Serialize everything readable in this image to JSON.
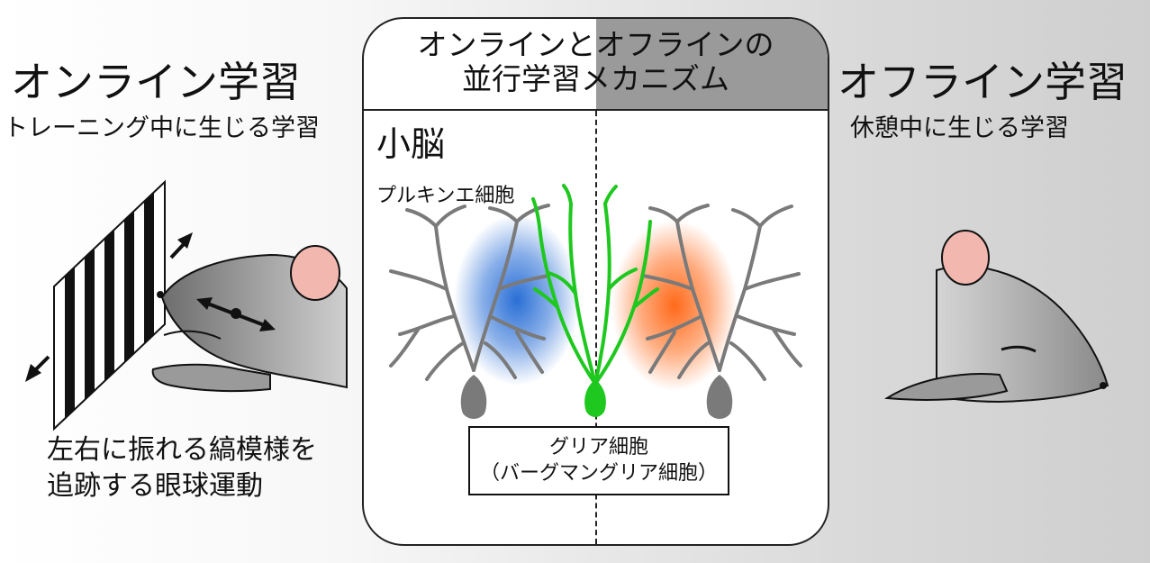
{
  "online": {
    "title": "オンライン学習",
    "subtitle": "トレーニング中に生じる学習",
    "task_description": "左右に振れる縞模様を\n追跡する眼球運動"
  },
  "offline": {
    "title": "オフライン学習",
    "subtitle": "休憩中に生じる学習"
  },
  "panel": {
    "title": "オンラインとオフラインの\n並行学習メカニズム",
    "region": "小脳",
    "cell_type": "プルキンエ細胞",
    "glia_label": "グリア細胞\n（バーグマングリア細胞）"
  },
  "colors": {
    "online_activity": "#2a6fd6",
    "offline_activity": "#ff6a1a",
    "glia": "#1ec81e",
    "purkinje": "#7a7a7a",
    "offline_header": "#9a9a9a"
  }
}
